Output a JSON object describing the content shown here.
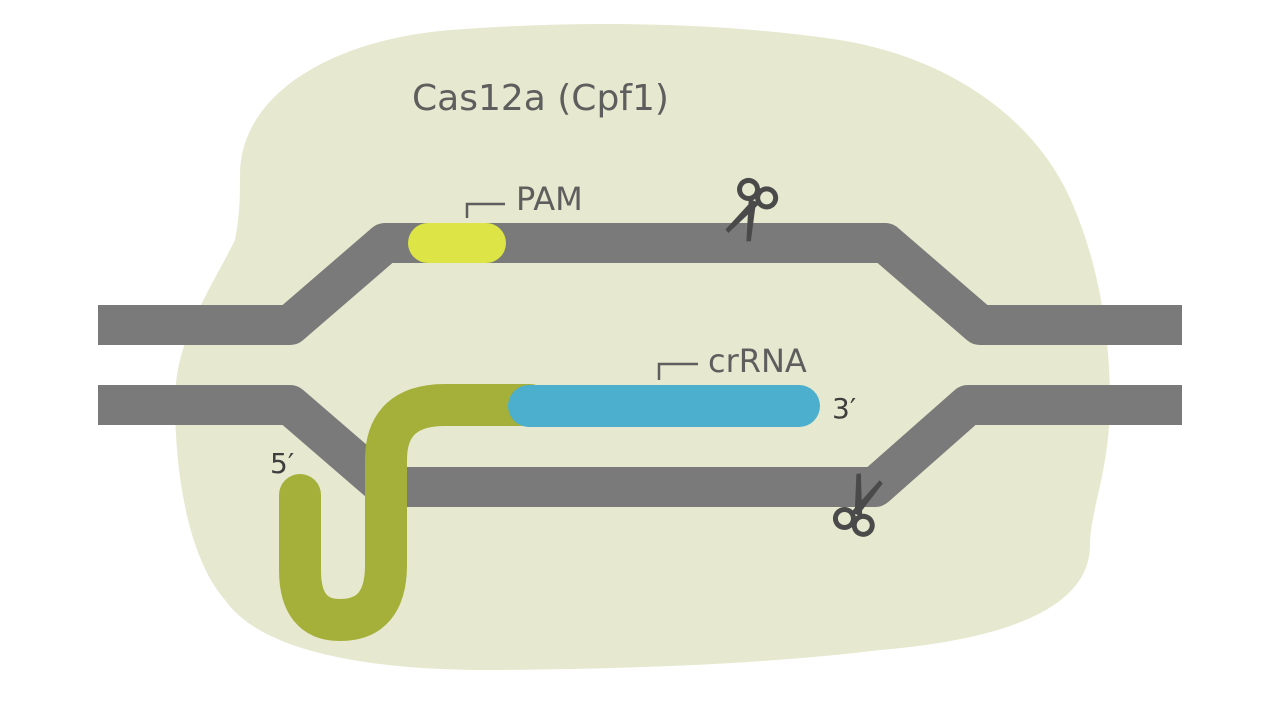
{
  "title": "Cas12a (Cpf1)",
  "labels": {
    "pam": "PAM",
    "crrna": "crRNA",
    "five_prime": "5′",
    "three_prime": "3′"
  },
  "icons": {
    "top_cut": "scissors-icon",
    "bottom_cut": "scissors-icon"
  },
  "colors": {
    "protein_blob": "#e6e9cf",
    "dna_strand": "#7a7a7a",
    "pam": "#dde445",
    "crrna_guide": "#4bafcd",
    "crrna_handle": "#a5b03a",
    "text": "#5e5e5e"
  }
}
